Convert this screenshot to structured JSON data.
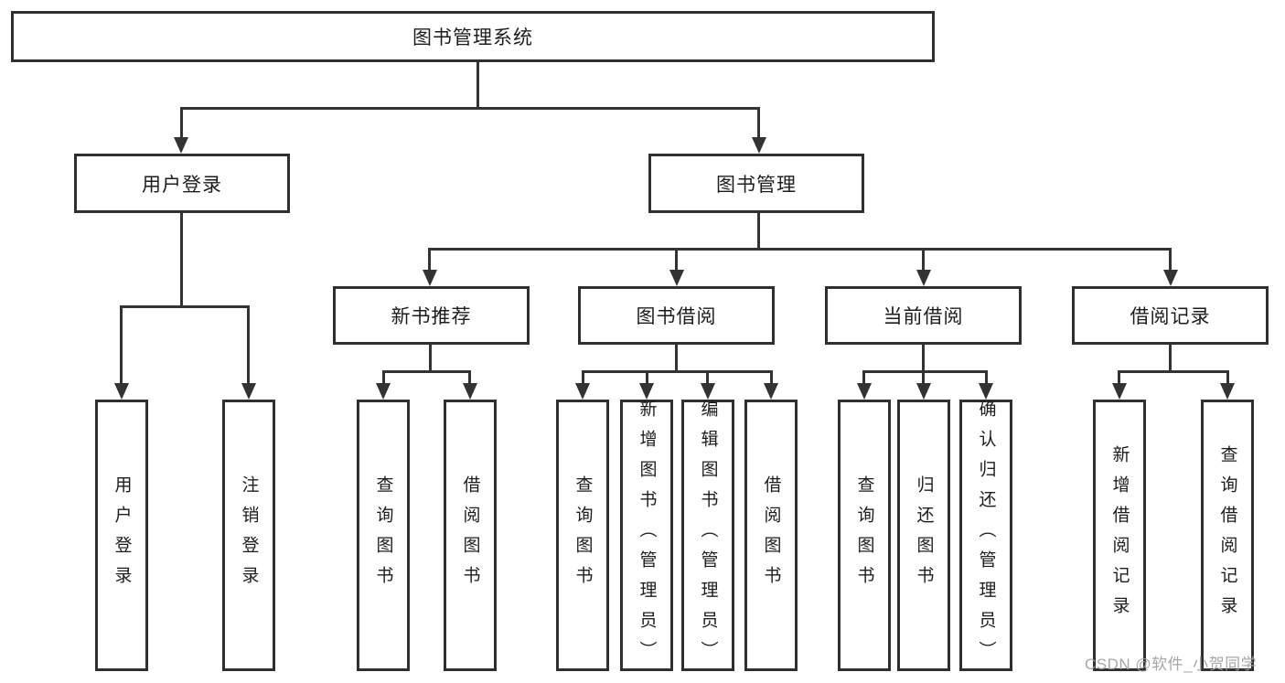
{
  "diagram": {
    "root": {
      "label": "图书管理系统"
    },
    "branches": [
      {
        "label": "用户登录",
        "children": [
          {
            "label": "用户登录"
          },
          {
            "label": "注销登录"
          }
        ]
      },
      {
        "label": "图书管理",
        "children": [
          {
            "label": "新书推荐",
            "children": [
              {
                "label": "查询图书"
              },
              {
                "label": "借阅图书"
              }
            ]
          },
          {
            "label": "图书借阅",
            "children": [
              {
                "label": "查询图书"
              },
              {
                "label": "新增图书（管理员）"
              },
              {
                "label": "编辑图书（管理员）"
              },
              {
                "label": "借阅图书"
              }
            ]
          },
          {
            "label": "当前借阅",
            "children": [
              {
                "label": "查询图书"
              },
              {
                "label": "归还图书"
              },
              {
                "label": "确认归还（管理员）"
              }
            ]
          },
          {
            "label": "借阅记录",
            "children": [
              {
                "label": "新增借阅记录"
              },
              {
                "label": "查询借阅记录"
              }
            ]
          }
        ]
      }
    ]
  },
  "watermark": {
    "text": "CSDN @软件_小贺同学"
  },
  "colors": {
    "line": "#333333",
    "border": "#2f2f2f",
    "text": "#1c1c1c",
    "watermark": "#a0a0a0",
    "background": "#ffffff"
  }
}
